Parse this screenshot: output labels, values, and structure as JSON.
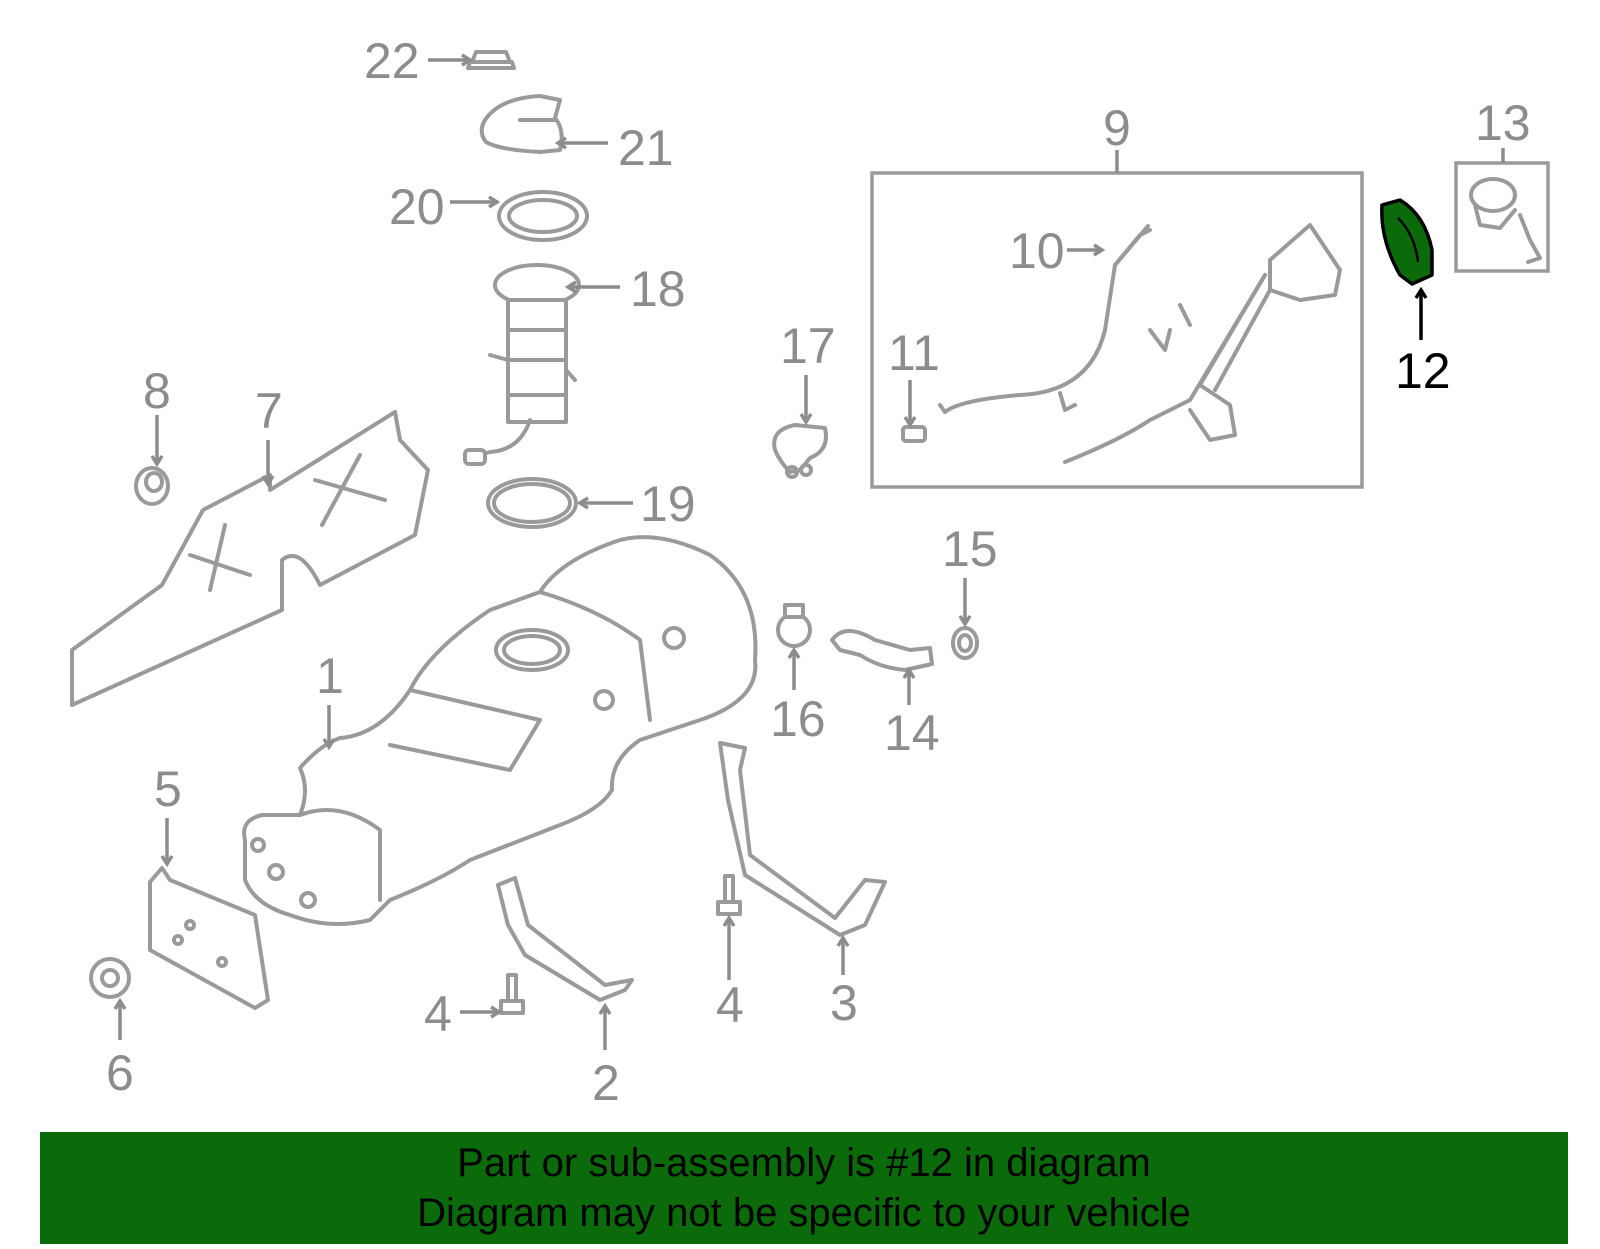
{
  "callouts": {
    "c1": "1",
    "c2": "2",
    "c3": "3",
    "c4a": "4",
    "c4b": "4",
    "c5": "5",
    "c6": "6",
    "c7": "7",
    "c8": "8",
    "c9": "9",
    "c10": "10",
    "c11": "11",
    "c12": "12",
    "c13": "13",
    "c14": "14",
    "c15": "15",
    "c16": "16",
    "c17": "17",
    "c18": "18",
    "c19": "19",
    "c20": "20",
    "c21": "21",
    "c22": "22"
  },
  "highlight": {
    "part_number": "12",
    "color": "#0b6b0b"
  },
  "colors": {
    "line_art": "#9a9a9a",
    "callout_text": "#8c8c8c",
    "banner_bg": "#0b6b0b"
  },
  "banner": {
    "line1": "Part or sub-assembly is #12 in diagram",
    "line2": "Diagram may not be specific to your vehicle"
  }
}
